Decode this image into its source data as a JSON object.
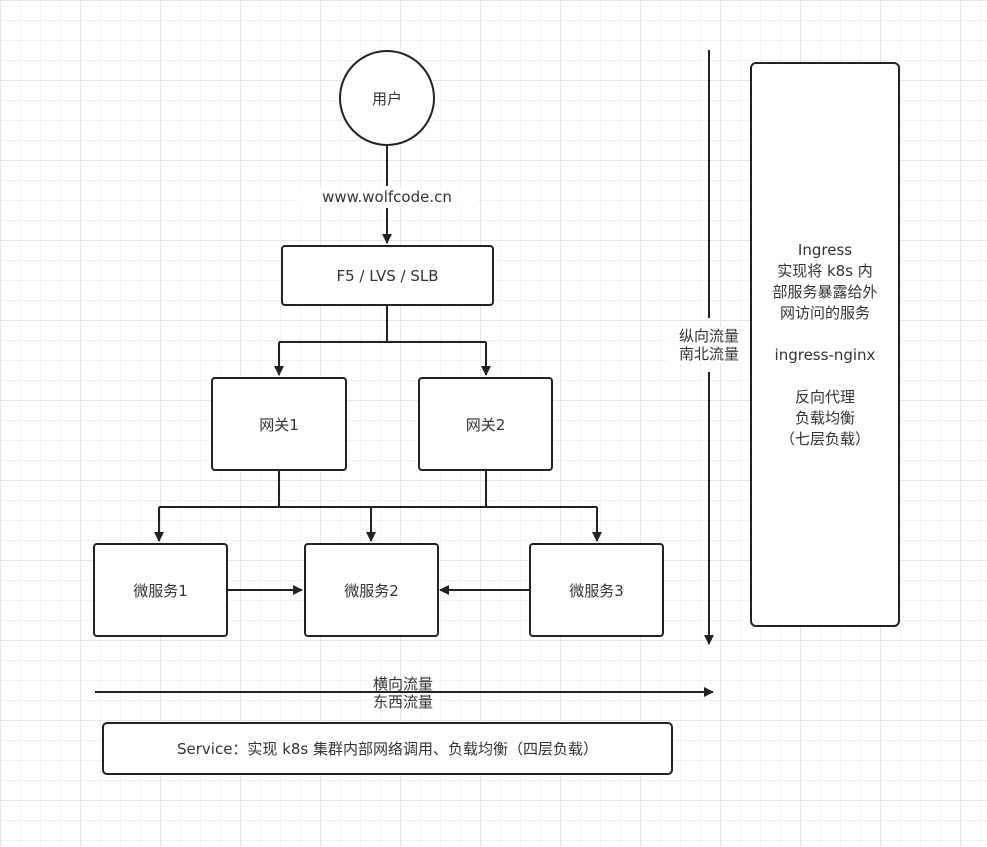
{
  "nodes": {
    "user": "用户",
    "lb": "F5 / LVS / SLB",
    "gateway1": "网关1",
    "gateway2": "网关2",
    "ms1": "微服务1",
    "ms2": "微服务2",
    "ms3": "微服务3"
  },
  "labels": {
    "domain": "www.wolfcode.cn",
    "vertical_flow_1": "纵向流量",
    "vertical_flow_2": "南北流量",
    "horizontal_flow_1": "横向流量",
    "horizontal_flow_2": "东西流量"
  },
  "ingress_panel": {
    "title": "Ingress",
    "desc_1": "实现将 k8s 内",
    "desc_2": "部服务暴露给外",
    "desc_3": "网访问的服务",
    "impl": "ingress-nginx",
    "feature_1": "反向代理",
    "feature_2": "负载均衡",
    "feature_3": "（七层负载）"
  },
  "service_box": "Service：实现 k8s 集群内部网络调用、负载均衡（四层负载）"
}
